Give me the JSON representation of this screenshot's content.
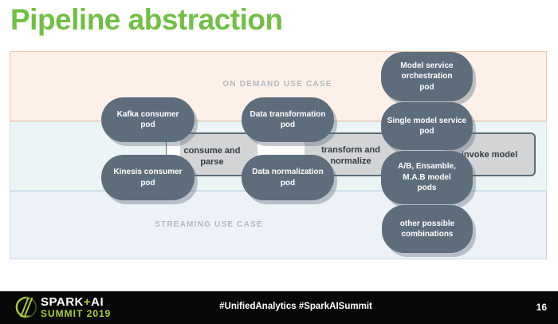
{
  "slide": {
    "title": "Pipeline abstraction"
  },
  "diagram": {
    "on_demand_label": "ON DEMAND USE CASE",
    "streaming_label": "STREAMING USE CASE",
    "steps": [
      {
        "label": "consume and\nparse"
      },
      {
        "label": "transform and\nnormalize"
      },
      {
        "label": "invoke model"
      }
    ],
    "pods": [
      {
        "id": "kafka-consumer",
        "label": "Kafka consumer\npod"
      },
      {
        "id": "kinesis-consumer",
        "label": "Kinesis consumer\npod"
      },
      {
        "id": "data-transformation",
        "label": "Data transformation\npod"
      },
      {
        "id": "data-normalization",
        "label": "Data normalization\npod"
      },
      {
        "id": "model-service-orchestration",
        "label": "Model service\norchestration\npod"
      },
      {
        "id": "single-model-service",
        "label": "Single model service\npod"
      },
      {
        "id": "ab-ensamble-mab",
        "label": "A/B, Ensamble,\nM.A.B model\npods"
      },
      {
        "id": "other-possible-combinations",
        "label": "other possible\ncombinations"
      }
    ]
  },
  "footer": {
    "logo": {
      "brand_part1": "SPARK",
      "brand_plus": "+",
      "brand_part2": "AI",
      "brand_line2": "SUMMIT 2019"
    },
    "hashtags": "#UnifiedAnalytics #SparkAISummit",
    "page_number": "16"
  },
  "colors": {
    "title_green": "#71bf44",
    "pod_fill": "#5d6d7c",
    "pod_text": "#ffffff",
    "on_demand_band": "#fcf0e8",
    "on_demand_border": "#f1c6ab",
    "pipeline_band": "#ecf5f5",
    "pipeline_border": "#cfe7e3",
    "streaming_band": "#edf2f9",
    "streaming_border": "#c6d8ec",
    "bar_fill": "#d2d4d6",
    "bar_border": "#5a6b7a",
    "band_label_text": "#b3b8bd",
    "footer_bg": "#080808",
    "logo_green": "#a6ce39"
  }
}
